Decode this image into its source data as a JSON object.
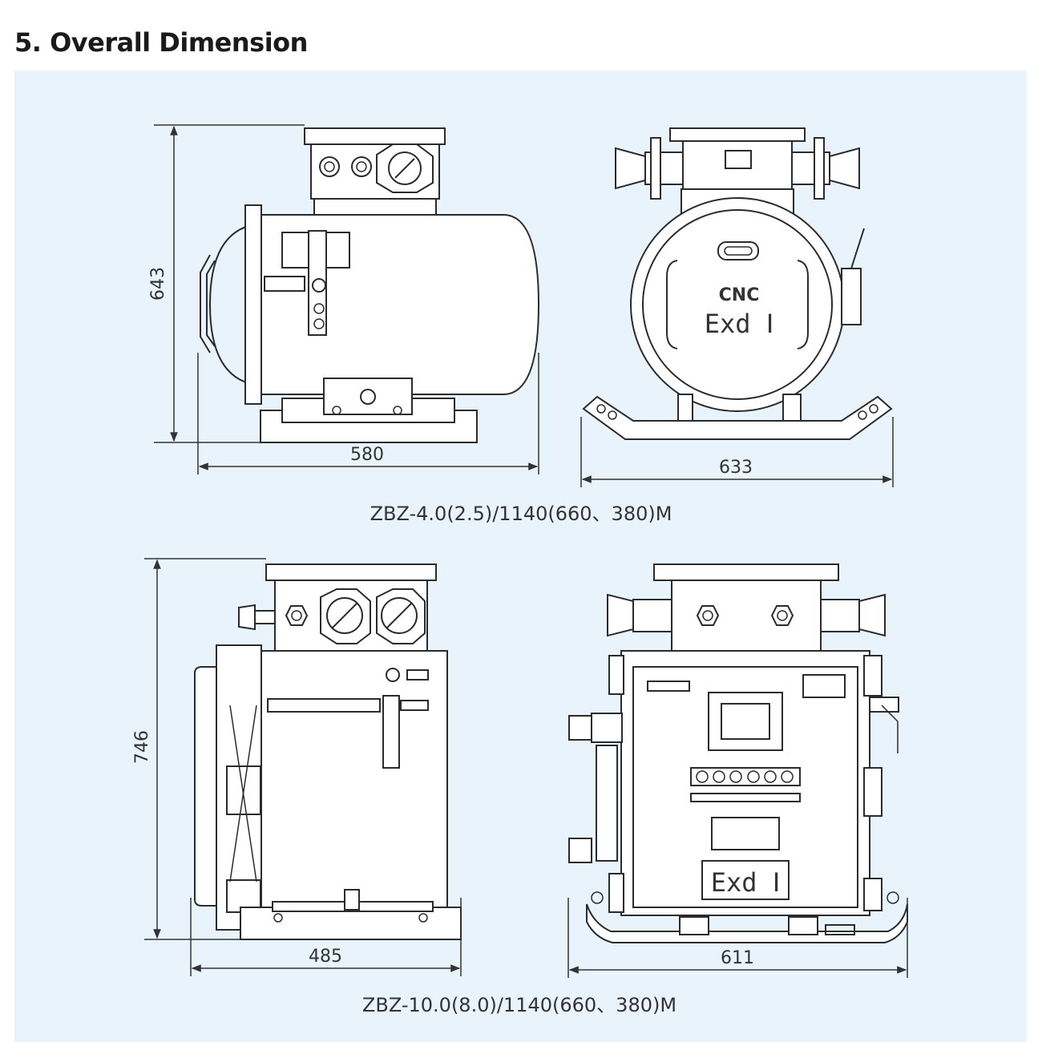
{
  "heading": "5. Overall Dimension",
  "model_1": {
    "caption": "ZBZ-4.0(2.5)/1140(660、380)M",
    "dimensions": {
      "height": "643",
      "side_width": "580",
      "front_width": "633"
    },
    "brand_mark": "CNC",
    "ex_mark": "Exd Ⅰ"
  },
  "model_2": {
    "caption": "ZBZ-10.0(8.0)/1140(660、380)M",
    "dimensions": {
      "height": "746",
      "side_width": "485",
      "front_width": "611"
    },
    "ex_mark": "Exd Ⅰ"
  }
}
